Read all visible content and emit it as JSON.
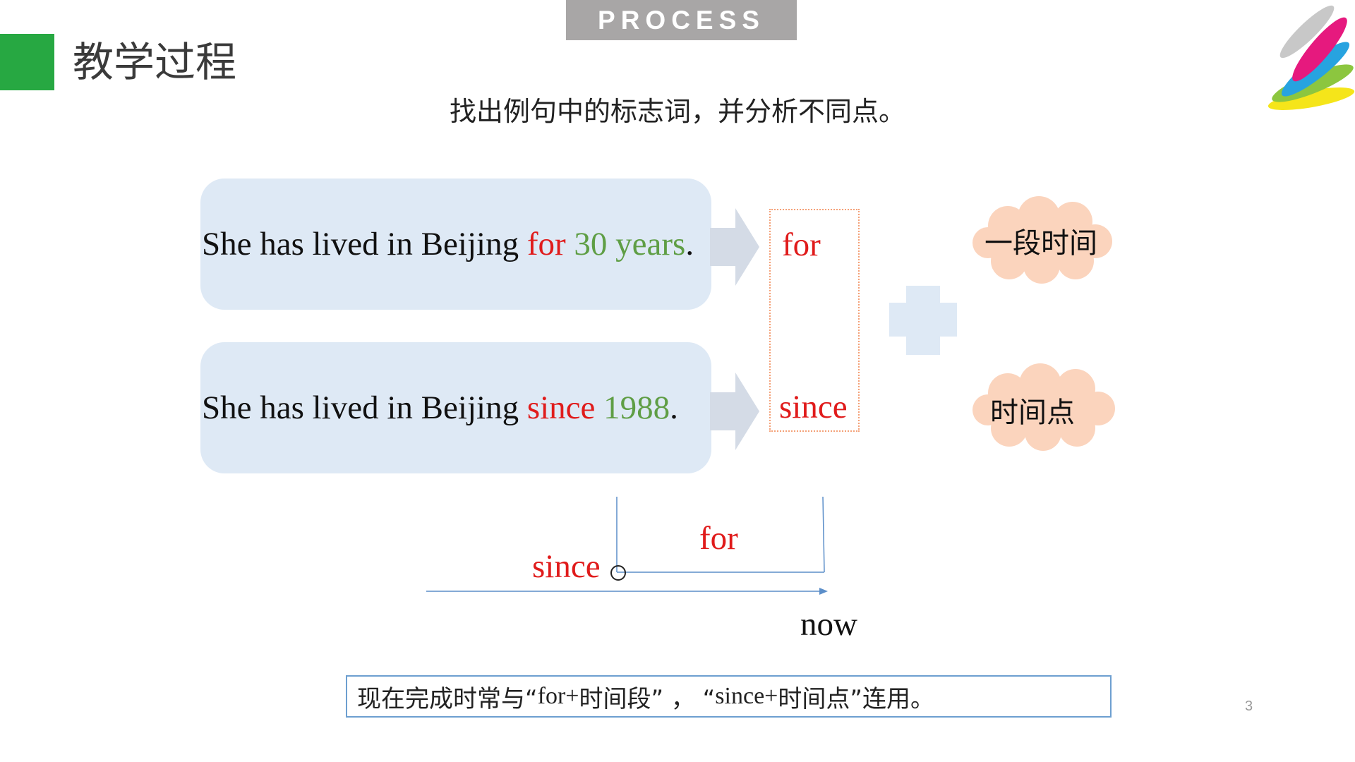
{
  "header": {
    "section_tab": "PROCESS",
    "title": "教学过程",
    "instruction": "找出例句中的标志词，并分析不同点。"
  },
  "sentences": [
    {
      "prefix": "She has lived in Beijing ",
      "keyword": "for",
      "space": " ",
      "object": "30 years",
      "period": "."
    },
    {
      "prefix": "She has lived in Beijing ",
      "keyword": "since",
      "space": " ",
      "object": "1988",
      "period": "."
    }
  ],
  "keywords": {
    "first": "for",
    "second": "since"
  },
  "clouds": {
    "duration": "一段时间",
    "point": "时间点"
  },
  "timeline": {
    "since_label": "since",
    "for_label": "for",
    "now_label": "now"
  },
  "note": {
    "part1": "现在完成时常与“",
    "for_text": " for+ ",
    "part2": "时间段”  ，  “",
    "since_text": " since+ ",
    "part3": "时间点”连用。"
  },
  "page_number": "3",
  "colors": {
    "accent_green": "#27a842",
    "keyword_red": "#e01b1b",
    "object_green": "#5f9e45",
    "sentence_box": "#dee9f5",
    "cloud": "#fbd4bd",
    "timeline_blue": "#5b8ec9"
  }
}
